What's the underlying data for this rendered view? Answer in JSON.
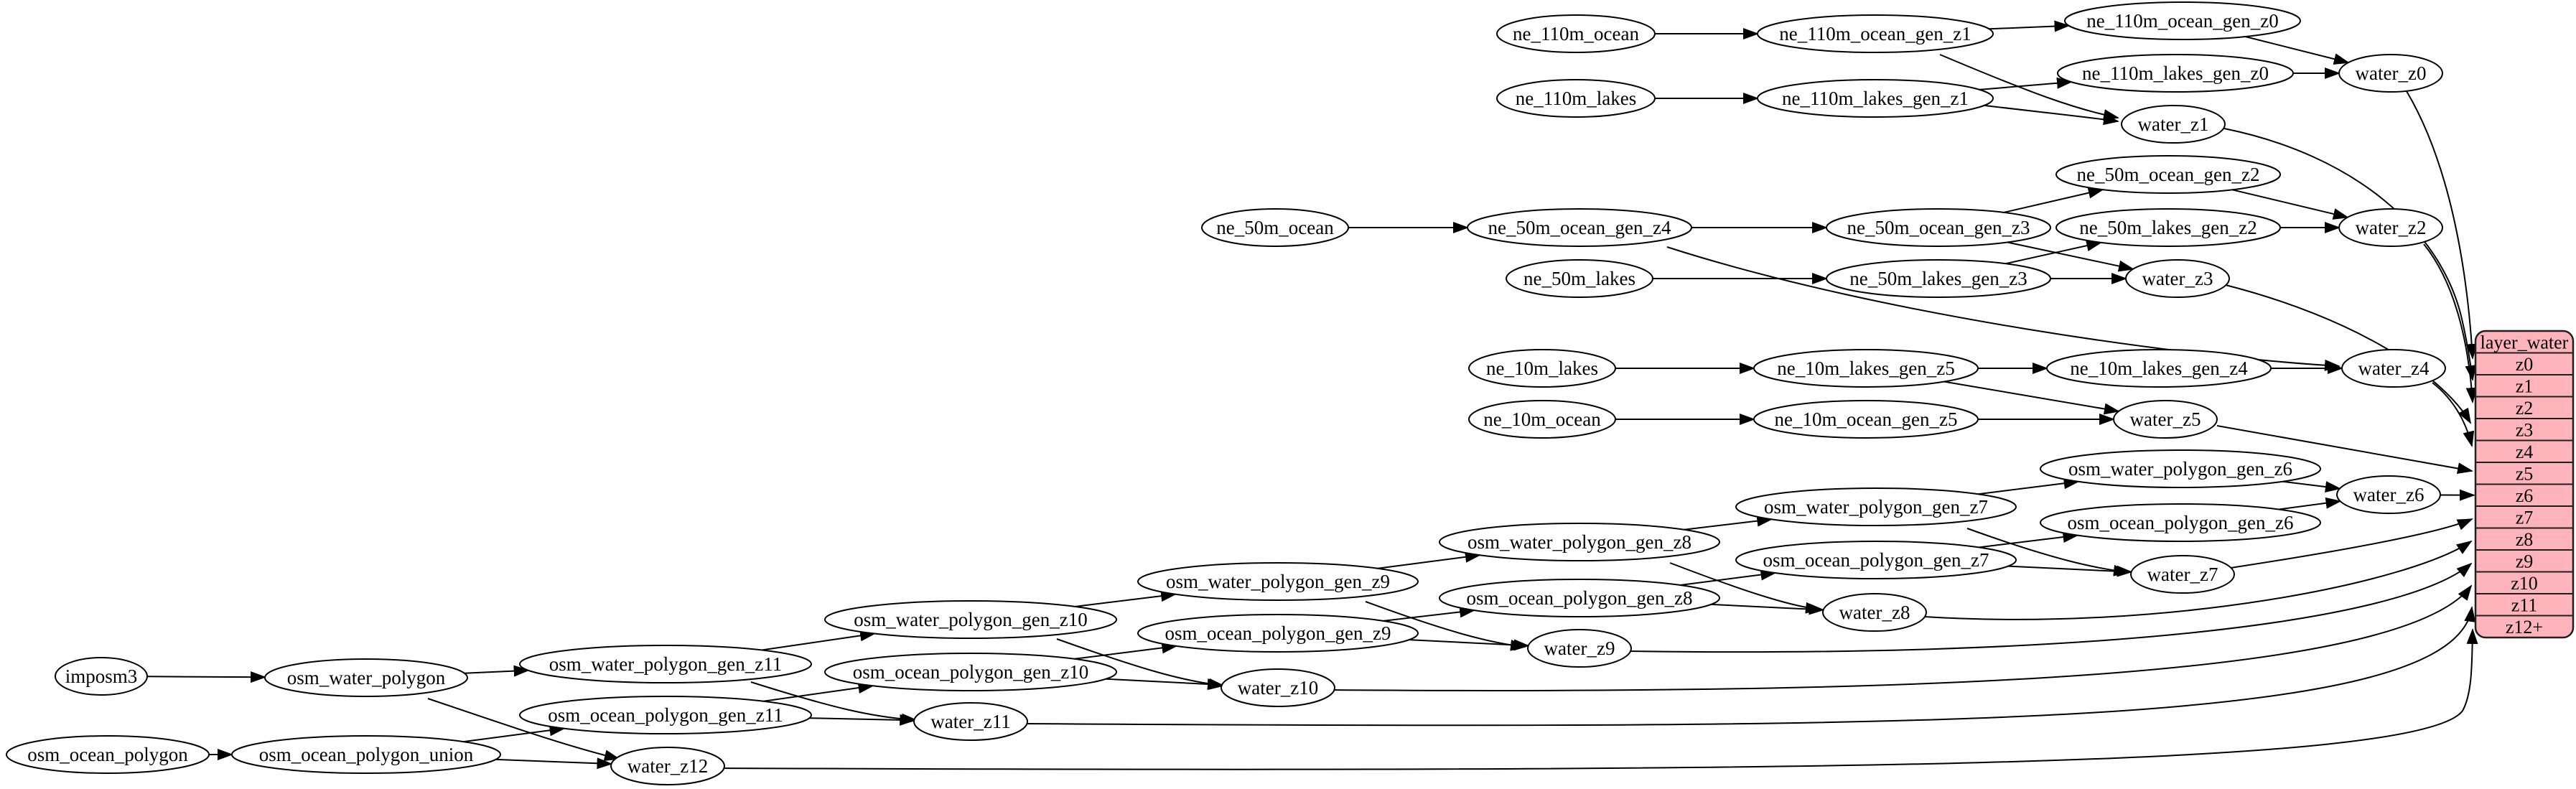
{
  "colors": {
    "background": "#ffffff",
    "node_fill": "#ffffff",
    "node_border": "#000000",
    "edge": "#000000",
    "table_fill": "#ffb3ba",
    "table_border": "#1f1f1f",
    "text": "#000000"
  },
  "nodes": [
    {
      "id": "ne_110m_ocean",
      "label": "ne_110m_ocean"
    },
    {
      "id": "ne_110m_ocean_gen_z1",
      "label": "ne_110m_ocean_gen_z1"
    },
    {
      "id": "ne_110m_ocean_gen_z0",
      "label": "ne_110m_ocean_gen_z0"
    },
    {
      "id": "ne_110m_lakes",
      "label": "ne_110m_lakes"
    },
    {
      "id": "ne_110m_lakes_gen_z1",
      "label": "ne_110m_lakes_gen_z1"
    },
    {
      "id": "ne_110m_lakes_gen_z0",
      "label": "ne_110m_lakes_gen_z0"
    },
    {
      "id": "water_z0",
      "label": "water_z0"
    },
    {
      "id": "water_z1",
      "label": "water_z1"
    },
    {
      "id": "ne_50m_ocean",
      "label": "ne_50m_ocean"
    },
    {
      "id": "ne_50m_ocean_gen_z4",
      "label": "ne_50m_ocean_gen_z4"
    },
    {
      "id": "ne_50m_ocean_gen_z3",
      "label": "ne_50m_ocean_gen_z3"
    },
    {
      "id": "ne_50m_ocean_gen_z2",
      "label": "ne_50m_ocean_gen_z2"
    },
    {
      "id": "ne_50m_lakes",
      "label": "ne_50m_lakes"
    },
    {
      "id": "ne_50m_lakes_gen_z3",
      "label": "ne_50m_lakes_gen_z3"
    },
    {
      "id": "ne_50m_lakes_gen_z2",
      "label": "ne_50m_lakes_gen_z2"
    },
    {
      "id": "water_z2",
      "label": "water_z2"
    },
    {
      "id": "water_z3",
      "label": "water_z3"
    },
    {
      "id": "water_z4",
      "label": "water_z4"
    },
    {
      "id": "ne_10m_lakes",
      "label": "ne_10m_lakes"
    },
    {
      "id": "ne_10m_lakes_gen_z5",
      "label": "ne_10m_lakes_gen_z5"
    },
    {
      "id": "ne_10m_lakes_gen_z4",
      "label": "ne_10m_lakes_gen_z4"
    },
    {
      "id": "ne_10m_ocean",
      "label": "ne_10m_ocean"
    },
    {
      "id": "ne_10m_ocean_gen_z5",
      "label": "ne_10m_ocean_gen_z5"
    },
    {
      "id": "water_z5",
      "label": "water_z5"
    },
    {
      "id": "osm_water_polygon_gen_z6",
      "label": "osm_water_polygon_gen_z6"
    },
    {
      "id": "osm_ocean_polygon_gen_z6",
      "label": "osm_ocean_polygon_gen_z6"
    },
    {
      "id": "water_z6",
      "label": "water_z6"
    },
    {
      "id": "osm_water_polygon_gen_z7",
      "label": "osm_water_polygon_gen_z7"
    },
    {
      "id": "osm_ocean_polygon_gen_z7",
      "label": "osm_ocean_polygon_gen_z7"
    },
    {
      "id": "water_z7",
      "label": "water_z7"
    },
    {
      "id": "osm_water_polygon_gen_z8",
      "label": "osm_water_polygon_gen_z8"
    },
    {
      "id": "osm_ocean_polygon_gen_z8",
      "label": "osm_ocean_polygon_gen_z8"
    },
    {
      "id": "water_z8",
      "label": "water_z8"
    },
    {
      "id": "osm_water_polygon_gen_z9",
      "label": "osm_water_polygon_gen_z9"
    },
    {
      "id": "osm_ocean_polygon_gen_z9",
      "label": "osm_ocean_polygon_gen_z9"
    },
    {
      "id": "water_z9",
      "label": "water_z9"
    },
    {
      "id": "osm_water_polygon_gen_z10",
      "label": "osm_water_polygon_gen_z10"
    },
    {
      "id": "osm_ocean_polygon_gen_z10",
      "label": "osm_ocean_polygon_gen_z10"
    },
    {
      "id": "water_z10",
      "label": "water_z10"
    },
    {
      "id": "osm_water_polygon_gen_z11",
      "label": "osm_water_polygon_gen_z11"
    },
    {
      "id": "osm_ocean_polygon_gen_z11",
      "label": "osm_ocean_polygon_gen_z11"
    },
    {
      "id": "water_z11",
      "label": "water_z11"
    },
    {
      "id": "imposm3",
      "label": "imposm3"
    },
    {
      "id": "osm_water_polygon",
      "label": "osm_water_polygon"
    },
    {
      "id": "osm_ocean_polygon",
      "label": "osm_ocean_polygon"
    },
    {
      "id": "osm_ocean_polygon_union",
      "label": "osm_ocean_polygon_union"
    },
    {
      "id": "water_z12",
      "label": "water_z12"
    }
  ],
  "table": {
    "id": "layer_water",
    "header": "layer_water",
    "rows": [
      "z0",
      "z1",
      "z2",
      "z3",
      "z4",
      "z5",
      "z6",
      "z7",
      "z8",
      "z9",
      "z10",
      "z11",
      "z12+"
    ]
  },
  "edges": [
    {
      "from": "ne_110m_ocean",
      "to": "ne_110m_ocean_gen_z1"
    },
    {
      "from": "ne_110m_ocean_gen_z1",
      "to": "ne_110m_ocean_gen_z0"
    },
    {
      "from": "ne_110m_ocean_gen_z1",
      "to": "water_z1"
    },
    {
      "from": "ne_110m_ocean_gen_z0",
      "to": "water_z0"
    },
    {
      "from": "ne_110m_lakes",
      "to": "ne_110m_lakes_gen_z1"
    },
    {
      "from": "ne_110m_lakes_gen_z1",
      "to": "ne_110m_lakes_gen_z0"
    },
    {
      "from": "ne_110m_lakes_gen_z1",
      "to": "water_z1"
    },
    {
      "from": "ne_110m_lakes_gen_z0",
      "to": "water_z0"
    },
    {
      "from": "water_z0",
      "to": "layer_water.z0"
    },
    {
      "from": "water_z1",
      "to": "layer_water.z1"
    },
    {
      "from": "ne_50m_ocean",
      "to": "ne_50m_ocean_gen_z4"
    },
    {
      "from": "ne_50m_ocean_gen_z4",
      "to": "ne_50m_ocean_gen_z3"
    },
    {
      "from": "ne_50m_ocean_gen_z4",
      "to": "water_z4"
    },
    {
      "from": "ne_50m_ocean_gen_z3",
      "to": "ne_50m_ocean_gen_z2"
    },
    {
      "from": "ne_50m_ocean_gen_z3",
      "to": "water_z3"
    },
    {
      "from": "ne_50m_lakes",
      "to": "ne_50m_lakes_gen_z3"
    },
    {
      "from": "ne_50m_lakes_gen_z3",
      "to": "ne_50m_lakes_gen_z2"
    },
    {
      "from": "ne_50m_lakes_gen_z3",
      "to": "water_z3"
    },
    {
      "from": "ne_50m_ocean_gen_z2",
      "to": "water_z2"
    },
    {
      "from": "ne_50m_lakes_gen_z2",
      "to": "water_z2"
    },
    {
      "from": "water_z2",
      "to": "layer_water.z2"
    },
    {
      "from": "water_z3",
      "to": "layer_water.z3"
    },
    {
      "from": "water_z4",
      "to": "layer_water.z4"
    },
    {
      "from": "ne_10m_lakes",
      "to": "ne_10m_lakes_gen_z5"
    },
    {
      "from": "ne_10m_lakes_gen_z5",
      "to": "ne_10m_lakes_gen_z4"
    },
    {
      "from": "ne_10m_lakes_gen_z5",
      "to": "water_z5"
    },
    {
      "from": "ne_10m_lakes_gen_z4",
      "to": "water_z4"
    },
    {
      "from": "ne_10m_ocean",
      "to": "ne_10m_ocean_gen_z5"
    },
    {
      "from": "ne_10m_ocean_gen_z5",
      "to": "water_z5"
    },
    {
      "from": "water_z5",
      "to": "layer_water.z5"
    },
    {
      "from": "imposm3",
      "to": "osm_water_polygon"
    },
    {
      "from": "osm_water_polygon",
      "to": "osm_water_polygon_gen_z11"
    },
    {
      "from": "osm_water_polygon",
      "to": "water_z12"
    },
    {
      "from": "osm_ocean_polygon",
      "to": "osm_ocean_polygon_union"
    },
    {
      "from": "osm_ocean_polygon_union",
      "to": "osm_ocean_polygon_gen_z11"
    },
    {
      "from": "osm_ocean_polygon_union",
      "to": "water_z12"
    },
    {
      "from": "osm_water_polygon_gen_z11",
      "to": "osm_water_polygon_gen_z10"
    },
    {
      "from": "osm_water_polygon_gen_z11",
      "to": "water_z11"
    },
    {
      "from": "osm_ocean_polygon_gen_z11",
      "to": "osm_ocean_polygon_gen_z10"
    },
    {
      "from": "osm_ocean_polygon_gen_z11",
      "to": "water_z11"
    },
    {
      "from": "osm_water_polygon_gen_z10",
      "to": "osm_water_polygon_gen_z9"
    },
    {
      "from": "osm_water_polygon_gen_z10",
      "to": "water_z10"
    },
    {
      "from": "osm_ocean_polygon_gen_z10",
      "to": "osm_ocean_polygon_gen_z9"
    },
    {
      "from": "osm_ocean_polygon_gen_z10",
      "to": "water_z10"
    },
    {
      "from": "osm_water_polygon_gen_z9",
      "to": "osm_water_polygon_gen_z8"
    },
    {
      "from": "osm_water_polygon_gen_z9",
      "to": "water_z9"
    },
    {
      "from": "osm_ocean_polygon_gen_z9",
      "to": "osm_ocean_polygon_gen_z8"
    },
    {
      "from": "osm_ocean_polygon_gen_z9",
      "to": "water_z9"
    },
    {
      "from": "osm_water_polygon_gen_z8",
      "to": "osm_water_polygon_gen_z7"
    },
    {
      "from": "osm_water_polygon_gen_z8",
      "to": "water_z8"
    },
    {
      "from": "osm_ocean_polygon_gen_z8",
      "to": "osm_ocean_polygon_gen_z7"
    },
    {
      "from": "osm_ocean_polygon_gen_z8",
      "to": "water_z8"
    },
    {
      "from": "osm_water_polygon_gen_z7",
      "to": "osm_water_polygon_gen_z6"
    },
    {
      "from": "osm_water_polygon_gen_z7",
      "to": "water_z7"
    },
    {
      "from": "osm_ocean_polygon_gen_z7",
      "to": "osm_ocean_polygon_gen_z6"
    },
    {
      "from": "osm_ocean_polygon_gen_z7",
      "to": "water_z7"
    },
    {
      "from": "osm_water_polygon_gen_z6",
      "to": "water_z6"
    },
    {
      "from": "osm_ocean_polygon_gen_z6",
      "to": "water_z6"
    },
    {
      "from": "water_z6",
      "to": "layer_water.z6"
    },
    {
      "from": "water_z7",
      "to": "layer_water.z7"
    },
    {
      "from": "water_z8",
      "to": "layer_water.z8"
    },
    {
      "from": "water_z9",
      "to": "layer_water.z9"
    },
    {
      "from": "water_z10",
      "to": "layer_water.z10"
    },
    {
      "from": "water_z11",
      "to": "layer_water.z11"
    },
    {
      "from": "water_z12",
      "to": "layer_water.z12+"
    }
  ]
}
